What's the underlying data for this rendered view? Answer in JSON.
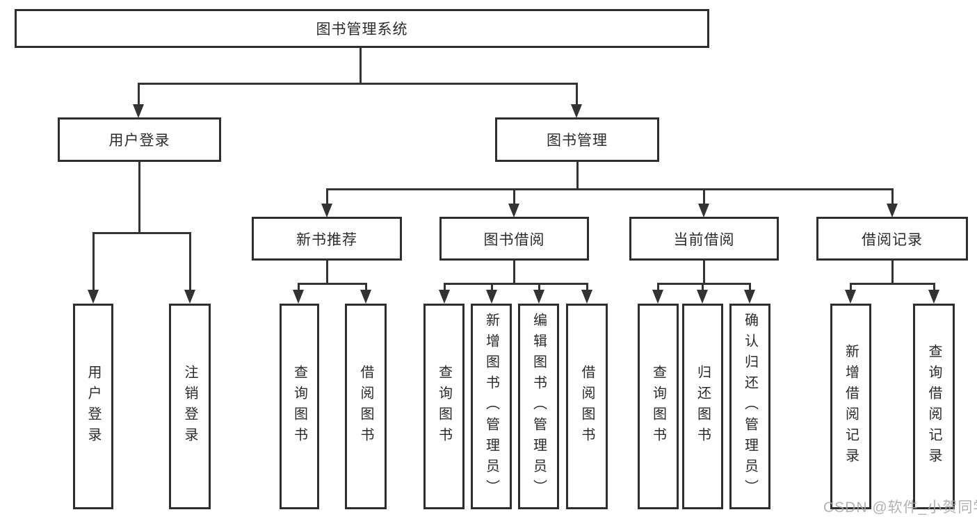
{
  "tree": {
    "root": "图书管理系统",
    "branches": [
      {
        "label": "用户登录",
        "children": [
          "用户登录",
          "注销登录"
        ]
      },
      {
        "label": "图书管理",
        "children": [
          {
            "label": "新书推荐",
            "children": [
              "查询图书",
              "借阅图书"
            ]
          },
          {
            "label": "图书借阅",
            "children": [
              "查询图书",
              "新增图书（管理员）",
              "编辑图书（管理员）",
              "借阅图书"
            ]
          },
          {
            "label": "当前借阅",
            "children": [
              "查询图书",
              "归还图书",
              "确认归还（管理员）"
            ]
          },
          {
            "label": "借阅记录",
            "children": [
              "新增借阅记录",
              "查询借阅记录"
            ]
          }
        ]
      }
    ]
  },
  "watermark": "CSDN @软件_小贺同学",
  "colors": {
    "line": "#333333",
    "border": "#2e2e2e",
    "text": "#2b2b2b",
    "background": "#ffffff",
    "watermark": "#a5a5a5"
  }
}
